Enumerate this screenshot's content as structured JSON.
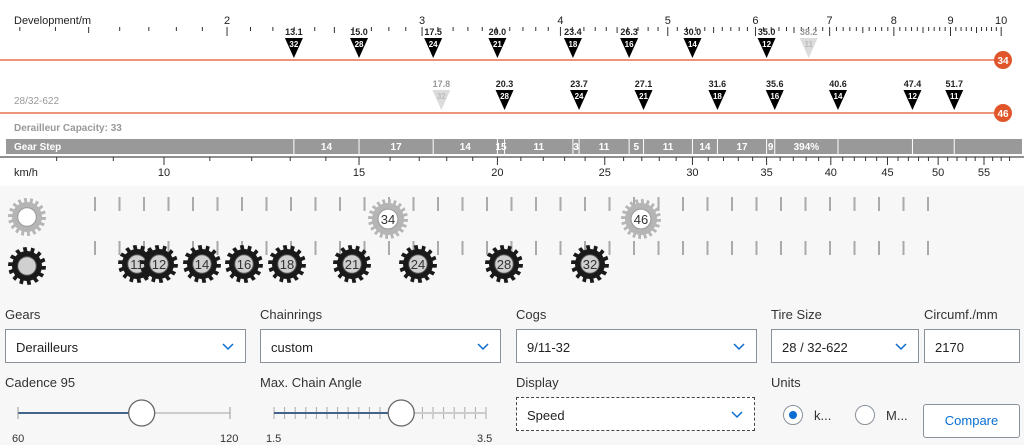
{
  "chart_data": {
    "type": "gear-ratio-chart",
    "top_axis": {
      "label": "Development/m",
      "ticks": [
        "2",
        "3",
        "4",
        "5",
        "6",
        "7",
        "8",
        "9",
        "10"
      ]
    },
    "bottom_axis": {
      "label": "km/h",
      "ticks": [
        "10",
        "15",
        "20",
        "25",
        "30",
        "35",
        "40",
        "45",
        "50",
        "55"
      ]
    },
    "chainrings": [
      {
        "teeth": "34",
        "points": [
          {
            "cog": "32",
            "speed_kmh": 13.1,
            "label": "13.1",
            "dimmed": false
          },
          {
            "cog": "28",
            "speed_kmh": 15.0,
            "label": "15.0",
            "dimmed": false
          },
          {
            "cog": "24",
            "speed_kmh": 17.5,
            "label": "17.5",
            "dimmed": false
          },
          {
            "cog": "21",
            "speed_kmh": 20.0,
            "label": "20.0",
            "dimmed": false
          },
          {
            "cog": "18",
            "speed_kmh": 23.4,
            "label": "23.4",
            "dimmed": false
          },
          {
            "cog": "16",
            "speed_kmh": 26.3,
            "label": "26.3",
            "dimmed": false
          },
          {
            "cog": "14",
            "speed_kmh": 30.0,
            "label": "30.0",
            "dimmed": false
          },
          {
            "cog": "12",
            "speed_kmh": 35.0,
            "label": "35.0",
            "dimmed": false
          },
          {
            "cog": "11",
            "speed_kmh": 38.2,
            "label": "38.2",
            "dimmed": true
          }
        ]
      },
      {
        "teeth": "46",
        "points": [
          {
            "cog": "32",
            "speed_kmh": 17.8,
            "label": "17.8",
            "dimmed": true
          },
          {
            "cog": "28",
            "speed_kmh": 20.3,
            "label": "20.3",
            "dimmed": false
          },
          {
            "cog": "24",
            "speed_kmh": 23.7,
            "label": "23.7",
            "dimmed": false
          },
          {
            "cog": "21",
            "speed_kmh": 27.1,
            "label": "27.1",
            "dimmed": false
          },
          {
            "cog": "18",
            "speed_kmh": 31.6,
            "label": "31.6",
            "dimmed": false
          },
          {
            "cog": "16",
            "speed_kmh": 35.6,
            "label": "35.6",
            "dimmed": false
          },
          {
            "cog": "14",
            "speed_kmh": 40.6,
            "label": "40.6",
            "dimmed": false
          },
          {
            "cog": "12",
            "speed_kmh": 47.4,
            "label": "47.4",
            "dimmed": false
          },
          {
            "cog": "11",
            "speed_kmh": 51.7,
            "label": "51.7",
            "dimmed": false
          }
        ]
      }
    ],
    "tire_label": "28/32-622",
    "capacity_label": "Derailleur Capacity: 33",
    "gear_step": {
      "title": "Gear Step",
      "values": [
        "14",
        "17",
        "14",
        "15",
        "11",
        "3",
        "11",
        "5",
        "11",
        "14",
        "17",
        "9",
        "394%"
      ]
    },
    "colors": {
      "chainring_line": "#e0562a",
      "marker": "#000000",
      "dimmed_marker": "#dcdcdc",
      "gear_step_bar": "#999999"
    }
  },
  "gears_row": {
    "chainring_labels": [
      "34",
      "46"
    ],
    "cog_labels": [
      "11",
      "12",
      "14",
      "16",
      "18",
      "21",
      "24",
      "28",
      "32"
    ]
  },
  "controls": {
    "gears": {
      "label": "Gears",
      "value": "Derailleurs"
    },
    "chainrings": {
      "label": "Chainrings",
      "value": "custom"
    },
    "cogs": {
      "label": "Cogs",
      "value": "9/11-32"
    },
    "tire": {
      "label": "Tire Size",
      "value": "28 / 32-622"
    },
    "circumference": {
      "label": "Circumf./mm",
      "value": "2170"
    },
    "cadence": {
      "label": "Cadence 95",
      "min": "60",
      "max": "120",
      "value": 95
    },
    "chain_angle": {
      "label": "Max. Chain Angle",
      "min": "1.5",
      "max": "3.5",
      "value": 2.7
    },
    "display": {
      "label": "Display",
      "value": "Speed"
    },
    "units": {
      "label": "Units",
      "option1": "k...",
      "option2": "M...",
      "selected": "option1"
    },
    "compare": {
      "label": "Compare"
    }
  }
}
